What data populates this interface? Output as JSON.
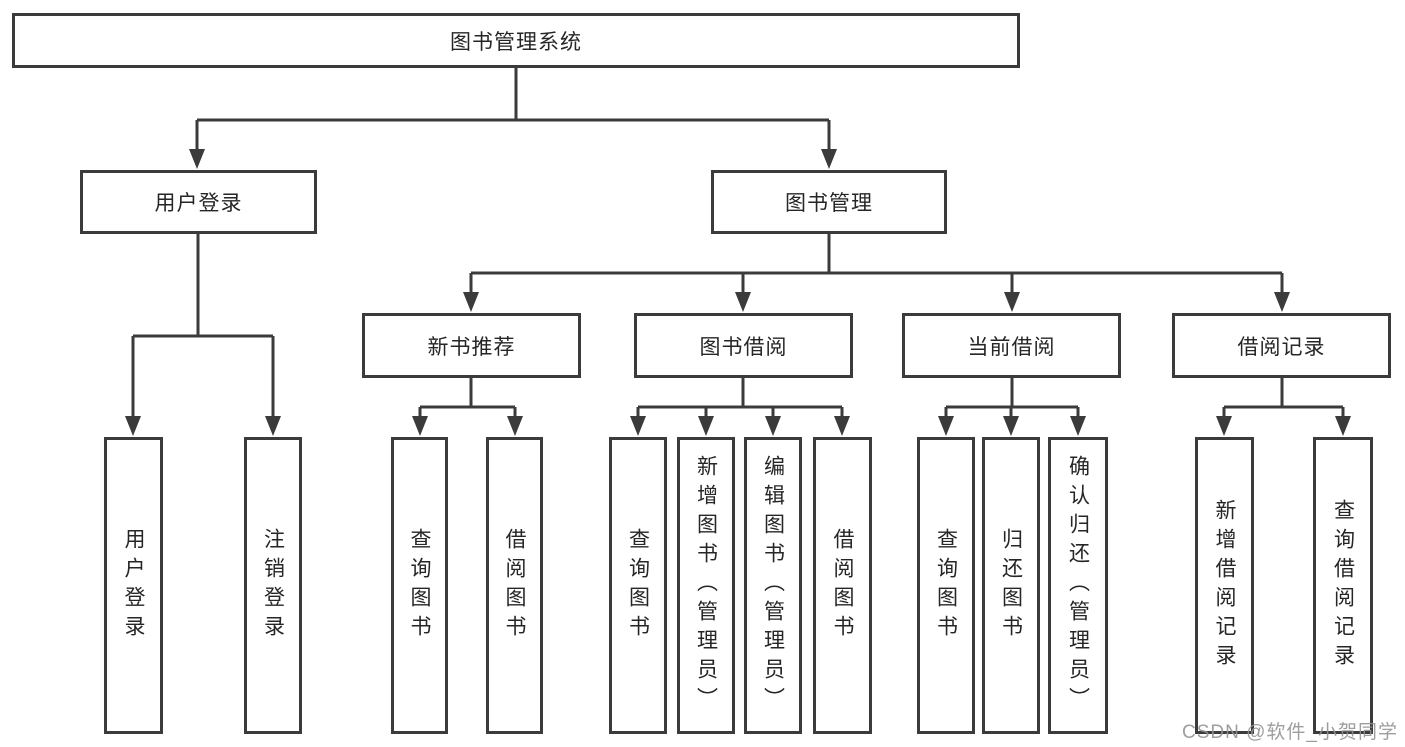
{
  "diagram": {
    "watermark": "CSDN @软件_小贺同学",
    "colors": {
      "line": "#3b3b3b",
      "box_border": "#3b3b3b",
      "text": "#262626",
      "watermark_text": "#949494",
      "background": "#ffffff"
    },
    "tree": {
      "label": "图书管理系统",
      "children": [
        {
          "label": "用户登录",
          "children": [
            {
              "label": "用户登录"
            },
            {
              "label": "注销登录"
            }
          ]
        },
        {
          "label": "图书管理",
          "children": [
            {
              "label": "新书推荐",
              "children": [
                {
                  "label": "查询图书"
                },
                {
                  "label": "借阅图书"
                }
              ]
            },
            {
              "label": "图书借阅",
              "children": [
                {
                  "label": "查询图书"
                },
                {
                  "label": "新增图书（管理员）"
                },
                {
                  "label": "编辑图书（管理员）"
                },
                {
                  "label": "借阅图书"
                }
              ]
            },
            {
              "label": "当前借阅",
              "children": [
                {
                  "label": "查询图书"
                },
                {
                  "label": "归还图书"
                },
                {
                  "label": "确认归还（管理员）"
                }
              ]
            },
            {
              "label": "借阅记录",
              "children": [
                {
                  "label": "新增借阅记录"
                },
                {
                  "label": "查询借阅记录"
                }
              ]
            }
          ]
        }
      ]
    }
  }
}
